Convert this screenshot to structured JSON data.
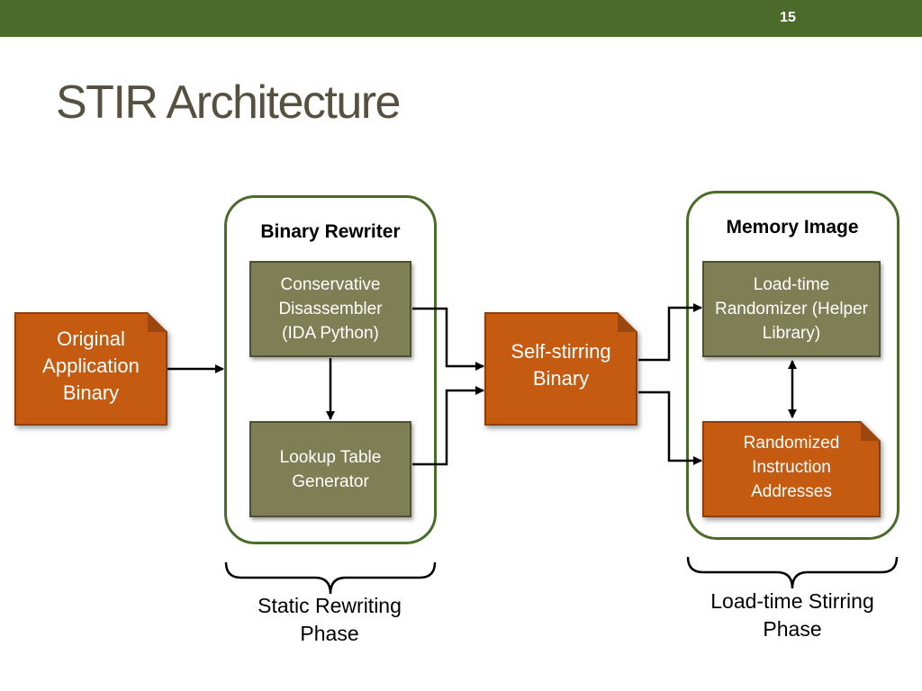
{
  "slide": {
    "number": "15",
    "title": "STIR Architecture"
  },
  "groups": {
    "binary_rewriter": {
      "title": "Binary Rewriter"
    },
    "memory_image": {
      "title": "Memory Image"
    }
  },
  "nodes": {
    "original_binary": "Original Application Binary",
    "disassembler": "Conservative Disassembler (IDA Python)",
    "lookup_table": "Lookup Table Generator",
    "self_stirring": "Self-stirring Binary",
    "randomizer": "Load-time Randomizer (Helper Library)",
    "randomized_addresses": "Randomized Instruction Addresses"
  },
  "phases": {
    "static": "Static Rewriting Phase",
    "load_time": "Load-time Stirring Phase"
  },
  "colors": {
    "bar": "#4a6b2a",
    "group_border": "#4a6b2a",
    "olive_box": "#7f7f56",
    "orange_box": "#c55a11"
  }
}
